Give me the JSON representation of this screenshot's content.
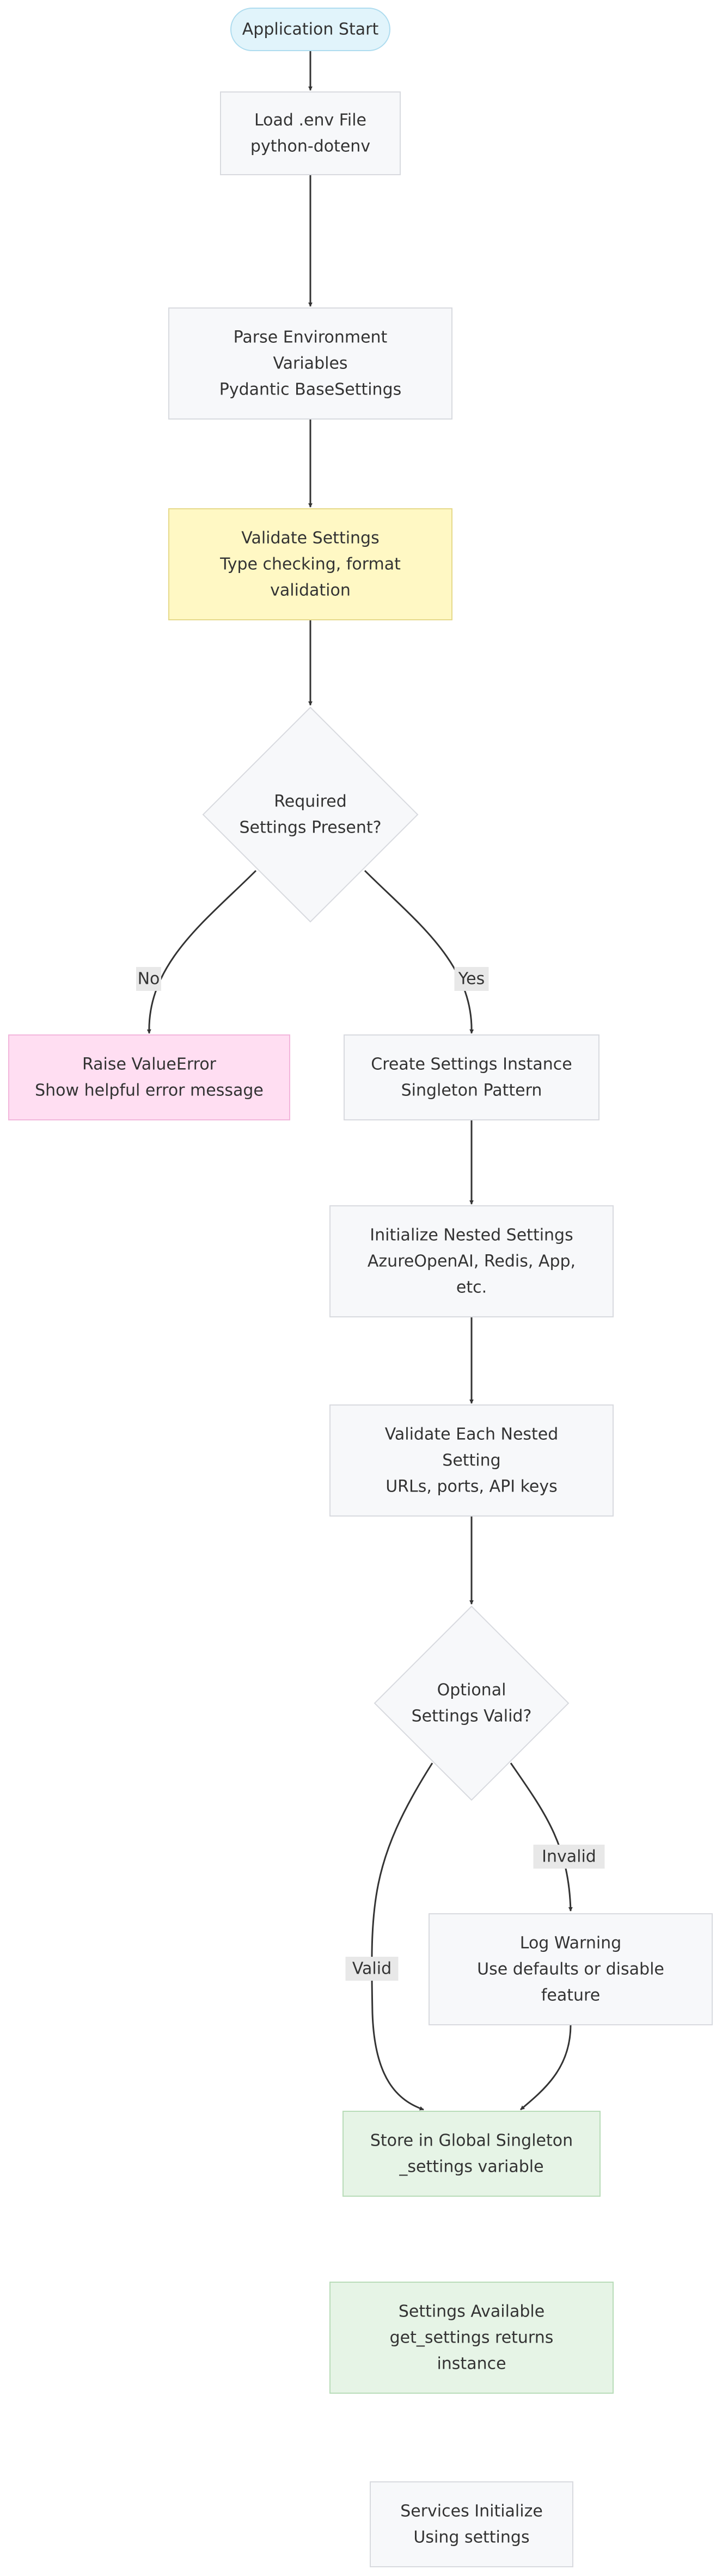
{
  "colors": {
    "default_fill": "#f7f8fa",
    "default_stroke": "#d8dadf",
    "start_fill": "#e1f4fb",
    "start_stroke": "#aedcef",
    "highlight_fill": "#fff8c4",
    "highlight_stroke": "#e6d98a",
    "error_fill": "#ffdef2",
    "error_stroke": "#f2b6dc",
    "success_fill": "#e6f4e6",
    "success_stroke": "#b8dcb8",
    "edge": "#333333",
    "label_bg": "#e8e8e8"
  },
  "nodes": [
    {
      "id": "app-start",
      "shape": "stadium",
      "style": "start",
      "lines": [
        "Application Start"
      ]
    },
    {
      "id": "load-env",
      "shape": "rect",
      "style": "default",
      "lines": [
        "Load .env File",
        "python-dotenv"
      ]
    },
    {
      "id": "parse-env",
      "shape": "rect",
      "style": "default",
      "lines": [
        "Parse Environment",
        "Variables",
        "Pydantic BaseSettings"
      ]
    },
    {
      "id": "validate-settings",
      "shape": "rect",
      "style": "highlight",
      "lines": [
        "Validate Settings",
        "Type checking, format",
        "validation"
      ]
    },
    {
      "id": "required-present",
      "shape": "diamond",
      "style": "default",
      "lines": [
        "Required",
        "Settings Present?"
      ]
    },
    {
      "id": "raise-error",
      "shape": "rect",
      "style": "error",
      "lines": [
        "Raise ValueError",
        "Show helpful error message"
      ]
    },
    {
      "id": "create-instance",
      "shape": "rect",
      "style": "default",
      "lines": [
        "Create Settings Instance",
        "Singleton Pattern"
      ]
    },
    {
      "id": "init-nested",
      "shape": "rect",
      "style": "default",
      "lines": [
        "Initialize Nested Settings",
        "AzureOpenAI, Redis, App,",
        "etc."
      ]
    },
    {
      "id": "validate-nested",
      "shape": "rect",
      "style": "default",
      "lines": [
        "Validate Each Nested",
        "Setting",
        "URLs, ports, API keys"
      ]
    },
    {
      "id": "optional-valid",
      "shape": "diamond",
      "style": "default",
      "lines": [
        "Optional",
        "Settings Valid?"
      ]
    },
    {
      "id": "log-warning",
      "shape": "rect",
      "style": "default",
      "lines": [
        "Log Warning",
        "Use defaults or disable",
        "feature"
      ]
    },
    {
      "id": "store-singleton",
      "shape": "rect",
      "style": "success",
      "lines": [
        "Store in Global Singleton",
        "_settings variable"
      ]
    },
    {
      "id": "settings-available",
      "shape": "rect",
      "style": "success",
      "lines": [
        "Settings Available",
        "get_settings returns",
        "instance"
      ]
    },
    {
      "id": "services-init",
      "shape": "rect",
      "style": "default",
      "lines": [
        "Services Initialize",
        "Using settings"
      ]
    }
  ],
  "edges": [
    {
      "from": "app-start",
      "to": "load-env",
      "label": ""
    },
    {
      "from": "load-env",
      "to": "parse-env",
      "label": ""
    },
    {
      "from": "parse-env",
      "to": "validate-settings",
      "label": ""
    },
    {
      "from": "validate-settings",
      "to": "required-present",
      "label": ""
    },
    {
      "from": "required-present",
      "to": "raise-error",
      "label": "No"
    },
    {
      "from": "required-present",
      "to": "create-instance",
      "label": "Yes"
    },
    {
      "from": "create-instance",
      "to": "init-nested",
      "label": ""
    },
    {
      "from": "init-nested",
      "to": "validate-nested",
      "label": ""
    },
    {
      "from": "validate-nested",
      "to": "optional-valid",
      "label": ""
    },
    {
      "from": "optional-valid",
      "to": "store-singleton",
      "label": "Valid"
    },
    {
      "from": "optional-valid",
      "to": "log-warning",
      "label": "Invalid"
    },
    {
      "from": "log-warning",
      "to": "store-singleton",
      "label": ""
    },
    {
      "from": "store-singleton",
      "to": "settings-available",
      "label": ""
    },
    {
      "from": "settings-available",
      "to": "services-init",
      "label": ""
    }
  ]
}
